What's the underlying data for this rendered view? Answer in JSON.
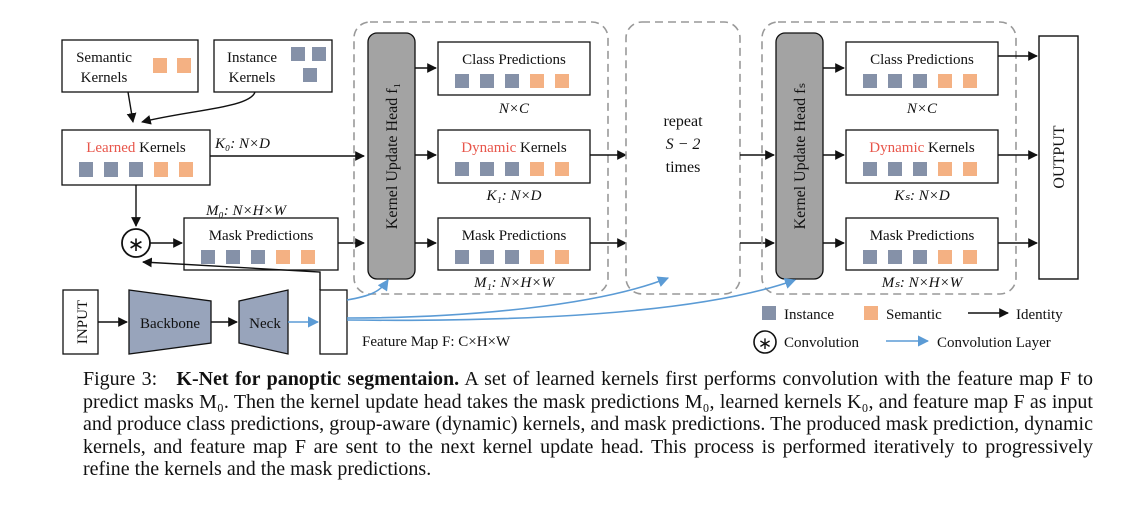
{
  "diagram": {
    "colors": {
      "instance": "#8591a8",
      "semantic": "#f4b183",
      "red": "#e8564b",
      "head": "#a3a3a3",
      "arrow_blue": "#5b9bd5",
      "backbone": "#98a4bb"
    },
    "semantic_kernels": [
      "Semantic",
      "Kernels"
    ],
    "instance_kernels": [
      "Instance",
      "Kernels"
    ],
    "learned_kernels": {
      "red": "Learned",
      "rest": " Kernels"
    },
    "k0_label": "K₀: N×D",
    "m0_label": "M₀: N×H×W",
    "conv_symbol": "∗",
    "mask_predictions": "Mask Predictions",
    "class_predictions": "Class Predictions",
    "dynamic_kernels": {
      "red": "Dynamic",
      "rest": " Kernels"
    },
    "head1": "Kernel Update Head f₁",
    "headS": "Kernel Update Head fₛ",
    "nxc": "N×C",
    "k1_label": "K₁: N×D",
    "m1_label": "M₁: N×H×W",
    "ks_label": "Kₛ: N×D",
    "ms_label": "Mₛ: N×H×W",
    "repeat": [
      "repeat",
      "S − 2",
      "times"
    ],
    "output": "OUTPUT",
    "input": "INPUT",
    "backbone": "Backbone",
    "neck": "Neck",
    "feature_map": "Feature Map F: C×H×W",
    "legend": {
      "instance": "Instance",
      "semantic": "Semantic",
      "identity": "Identity",
      "convolution": "Convolution",
      "conv_layer": "Convolution Layer"
    }
  },
  "caption": {
    "label": "Figure 3:",
    "title": "K-Net for panoptic segmentaion.",
    "body": "A set of learned kernels first performs convolution with the feature map F to predict masks M₀. Then the kernel update head takes the mask predictions M₀, learned kernels K₀, and feature map F as input and produce class predictions, group-aware (dynamic) kernels, and mask predictions. The produced mask prediction, dynamic kernels, and feature map F are sent to the next kernel update head. This process is performed iteratively to progressively refine the kernels and the mask predictions."
  }
}
